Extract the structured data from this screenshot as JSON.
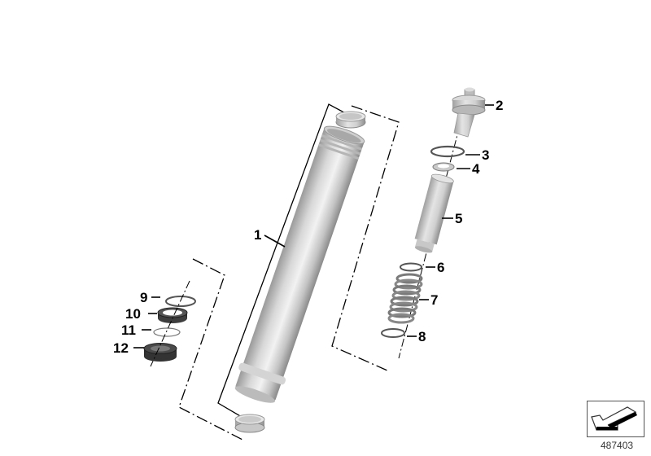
{
  "diagram": {
    "id_label": "487403",
    "colors": {
      "metal_light": "#e6e6e6",
      "metal_mid": "#bdbdbd",
      "metal_dark": "#8c8c8c",
      "seal_dark": "#3a3a3a",
      "line": "#000000"
    },
    "callouts": [
      {
        "number": "1",
        "part": "fork tube"
      },
      {
        "number": "2",
        "part": "damper valve top"
      },
      {
        "number": "3",
        "part": "o-ring"
      },
      {
        "number": "4",
        "part": "washer"
      },
      {
        "number": "5",
        "part": "spacer tube"
      },
      {
        "number": "6",
        "part": "ring"
      },
      {
        "number": "7",
        "part": "compression spring"
      },
      {
        "number": "8",
        "part": "ring"
      },
      {
        "number": "9",
        "part": "ring"
      },
      {
        "number": "10",
        "part": "shaft seal"
      },
      {
        "number": "11",
        "part": "circlip"
      },
      {
        "number": "12",
        "part": "dust seal"
      }
    ],
    "nav_icon": "navigate-back-arrow-icon"
  }
}
